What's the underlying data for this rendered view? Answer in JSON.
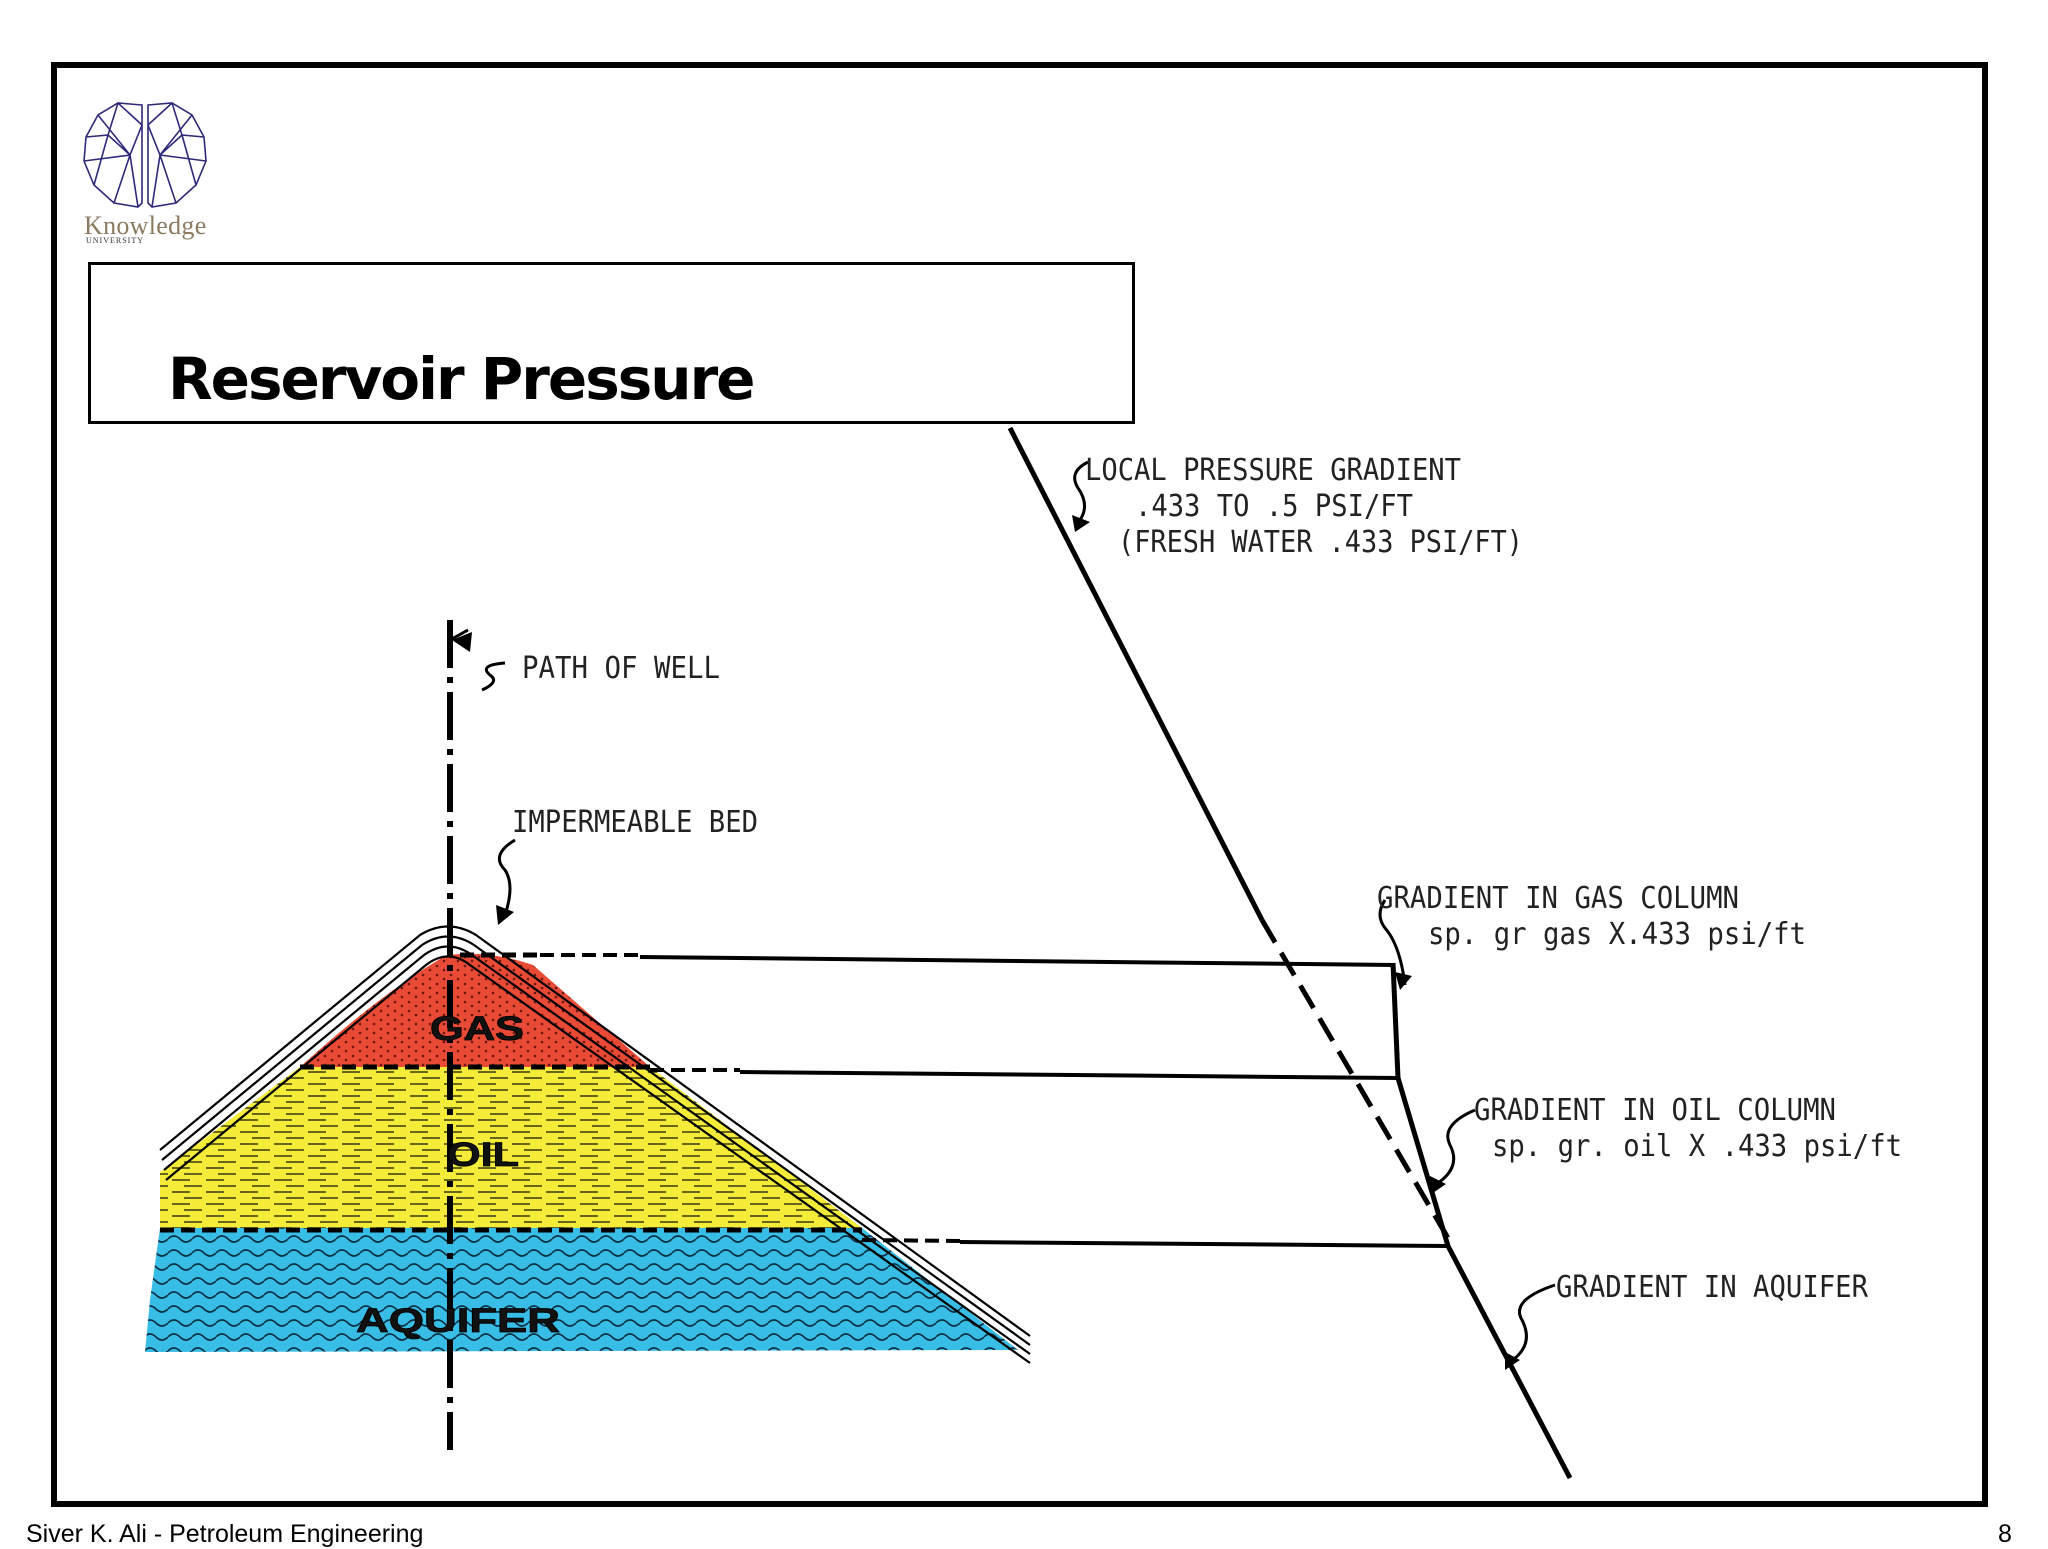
{
  "logo": {
    "name": "Knowledge",
    "subname": "UNIVERSITY"
  },
  "slide": {
    "title": "Reservoir Pressure"
  },
  "diagram": {
    "labels": {
      "local_gradient_1": "LOCAL PRESSURE GRADIENT",
      "local_gradient_2": ".433 TO .5 PSI/FT",
      "local_gradient_3": "(FRESH WATER .433 PSI/FT)",
      "path_of_well": "PATH OF WELL",
      "impermeable_bed": "IMPERMEABLE BED",
      "gas_gradient_1": "GRADIENT IN GAS COLUMN",
      "gas_gradient_2": "sp. gr gas X.433 psi/ft",
      "oil_gradient_1": "GRADIENT IN OIL COLUMN",
      "oil_gradient_2": "sp. gr. oil X .433 psi/ft",
      "aquifer_gradient": "GRADIENT IN AQUIFER"
    },
    "zones": {
      "gas": "GAS",
      "oil": "OIL",
      "aquifer": "AQUIFER"
    },
    "colors": {
      "gas": "#e84a35",
      "oil": "#f5ec3a",
      "aquifer": "#38bde6"
    }
  },
  "footer": {
    "author": "Siver K. Ali - Petroleum Engineering",
    "page": "8"
  }
}
